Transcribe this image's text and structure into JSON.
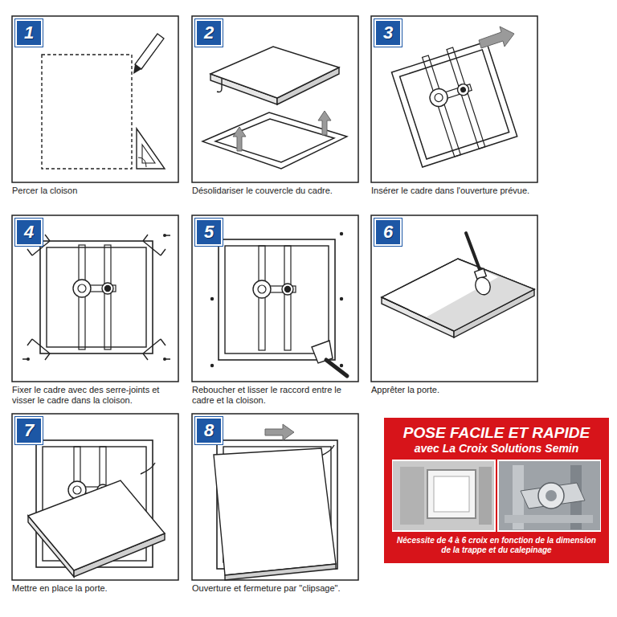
{
  "diagram": {
    "nodes": [
      {
        "text": [
          "Percer la cloison"
        ]
      },
      {
        "text": [
          "1"
        ],
        "in": 0
      },
      {
        "text": [
          "Désolidariser le couvercle du cadre."
        ]
      },
      {
        "text": [
          "2"
        ],
        "in": 2
      },
      {
        "text": [
          "Insérer le cadre dans l'ouverture prévue."
        ]
      },
      {
        "text": [
          "3"
        ],
        "in": 4
      },
      {
        "text": [
          "Fixer le cadre avec des serre-joints et visser le cadre dans la cloison."
        ]
      },
      {
        "text": [
          "4"
        ],
        "in": 6
      },
      {
        "text": [
          "Reboucher et lisser le raccord entre le cadre et la cloison."
        ]
      },
      {
        "text": [
          "5"
        ],
        "in": 8
      },
      {
        "text": [
          "Apprêter la porte."
        ]
      },
      {
        "text": [
          "6"
        ],
        "in": 10
      },
      {
        "text": [
          "Mettre en place la porte."
        ]
      },
      {
        "text": [
          "7"
        ],
        "in": 12
      },
      {
        "text": [
          "Ouverture et fermeture par \"clipsage\"."
        ]
      },
      {
        "text": [
          "8"
        ],
        "in": 14
      },
      {
        "text": [
          "POSE FACILE ET RAPIDE",
          "avec La Croix Solutions Semin",
          "Nécessite de 4 à 6 croix en fonction de la dimension de la trappe et du calepinage"
        ]
      }
    ]
  }
}
